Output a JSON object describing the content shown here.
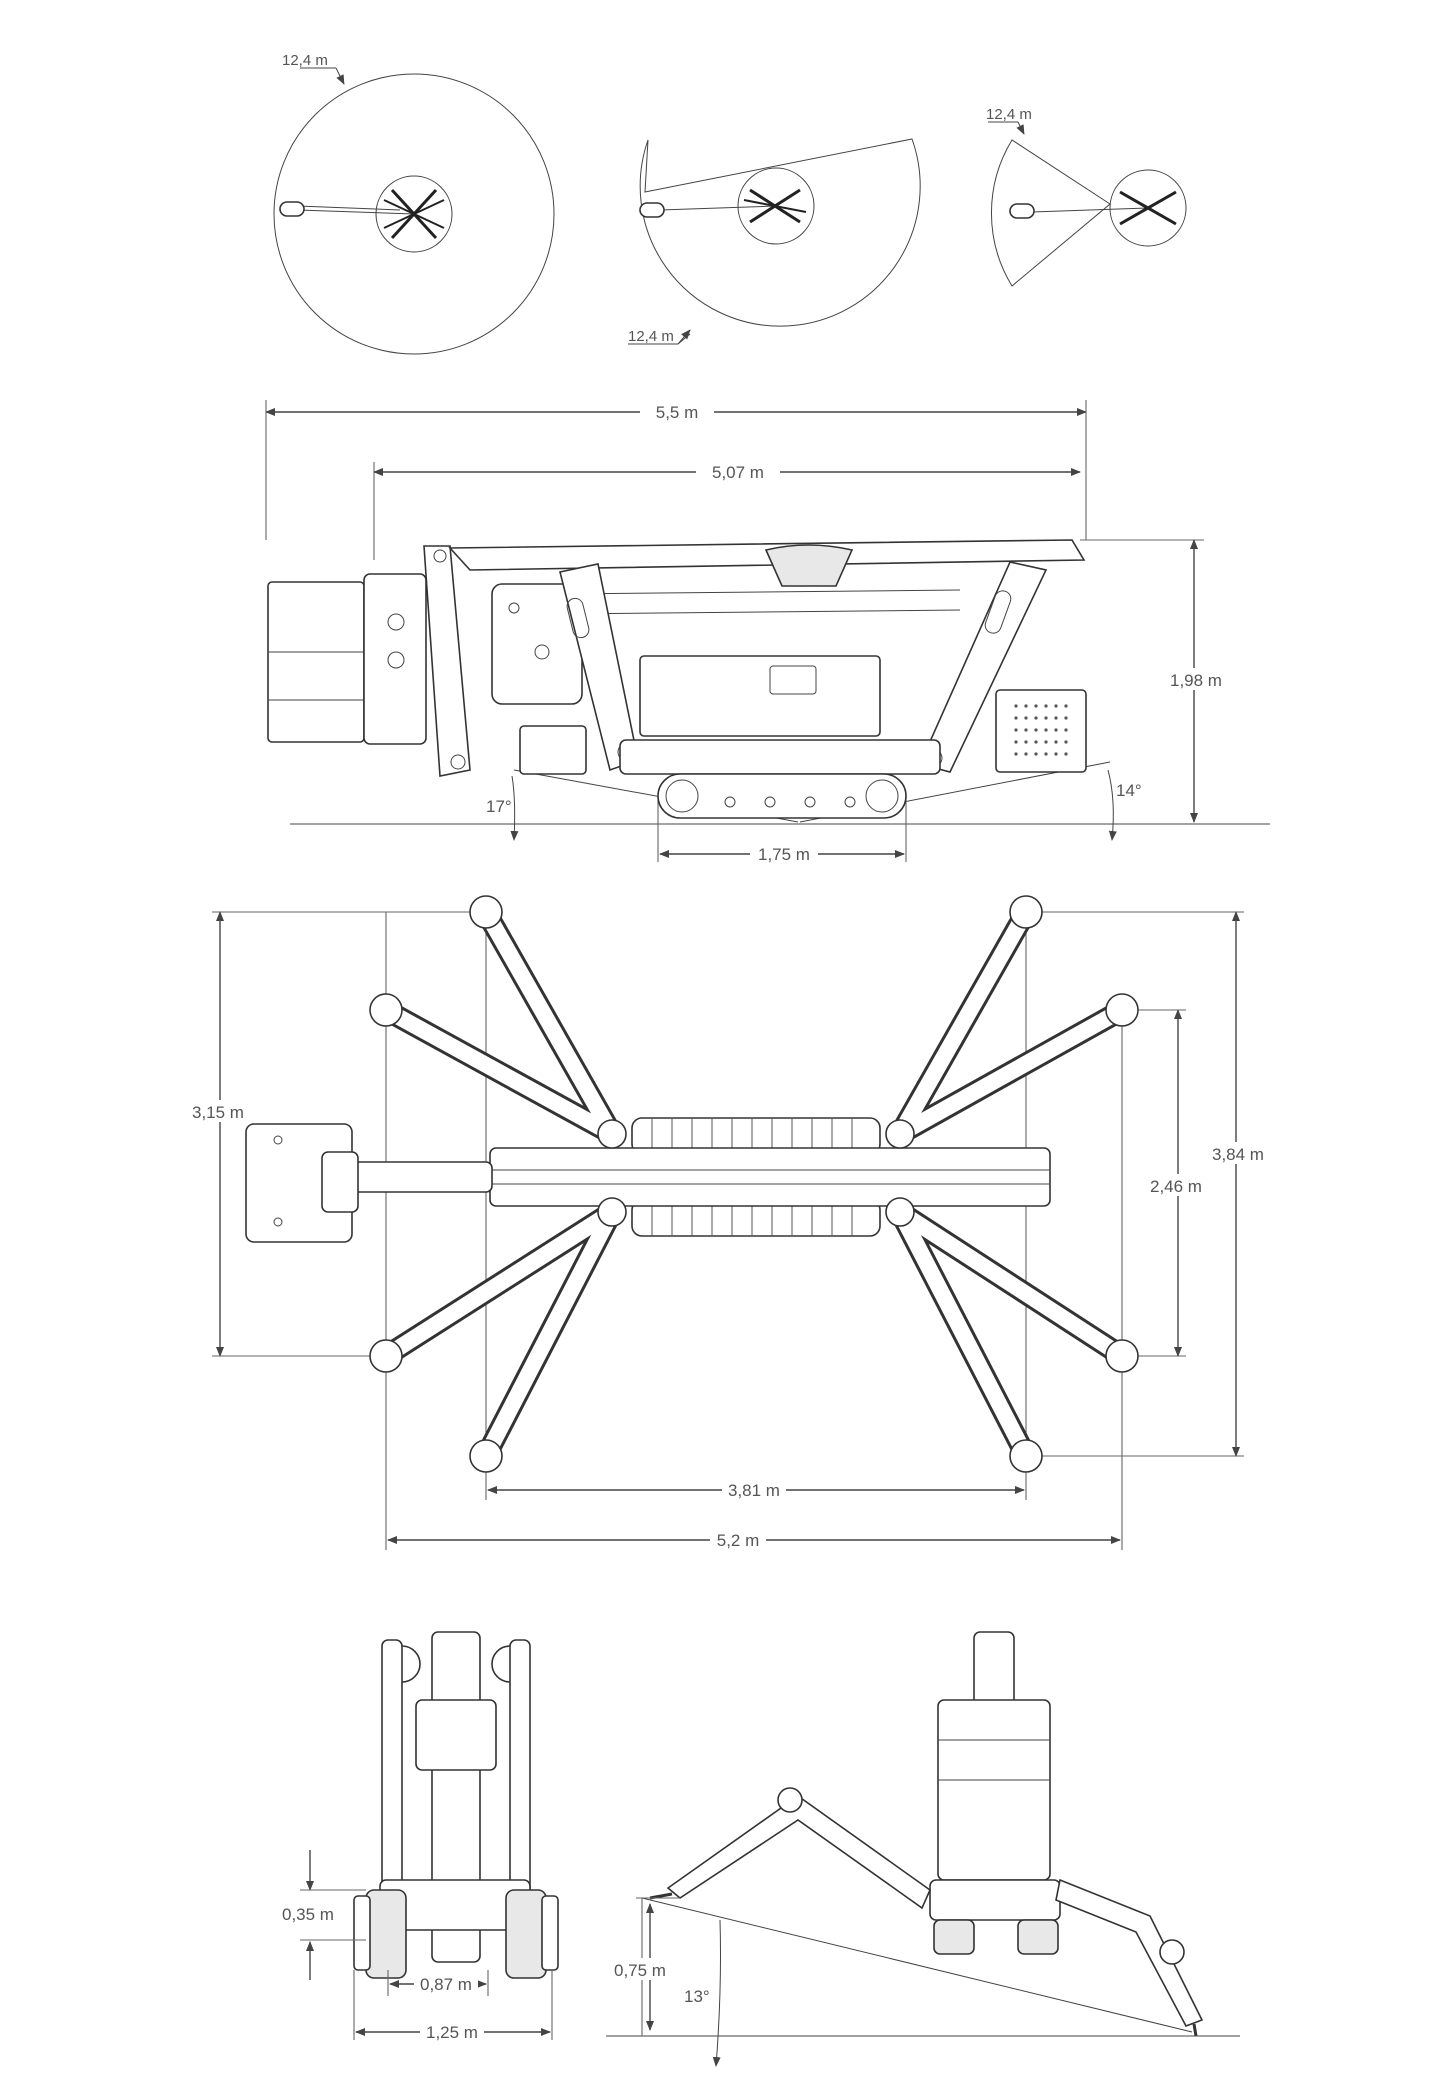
{
  "colors": {
    "line": "#333333",
    "text": "#555555",
    "background": "#ffffff"
  },
  "reach_views": [
    {
      "radius_label": "12,4 m",
      "coverage": "full circle"
    },
    {
      "radius_label": "12,4 m",
      "coverage": "partial sector"
    },
    {
      "radius_label": "12,4 m",
      "coverage": "narrow sector"
    }
  ],
  "side_view": {
    "overall_length": "5,5 m",
    "transport_length": "5,07 m",
    "height": "1,98 m",
    "track_length": "1,75 m",
    "front_angle": "17°",
    "rear_angle": "14°"
  },
  "top_view": {
    "inner_width": "3,15 m",
    "footprint_width": "3,84 m",
    "outrigger_span_short": "2,46 m",
    "outrigger_span_length": "3,81 m",
    "overall_length": "5,2 m"
  },
  "front_view": {
    "track_height": "0,35 m",
    "track_gauge": "0,87 m",
    "overall_width": "1,25 m"
  },
  "slope_view": {
    "step_height": "0,75 m",
    "slope_angle": "13°"
  }
}
